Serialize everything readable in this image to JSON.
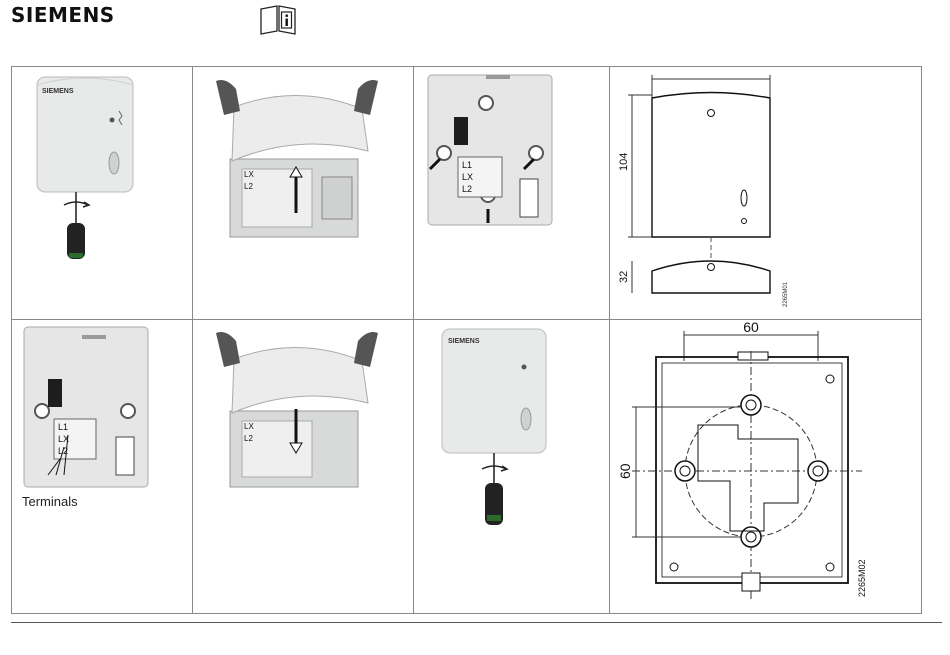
{
  "header": {
    "brand": "SIEMENS",
    "info_icon": "info-book-icon"
  },
  "figures": {
    "terminals_label": "Terminals",
    "drawing1": {
      "width_dim": "",
      "height_dim": "104",
      "depth_dim": "32",
      "code": "2265M01"
    },
    "drawing2": {
      "hole_dim_h": "60",
      "hole_dim_v": "60",
      "code": "2265M02"
    },
    "device_brand": "SIEMENS",
    "terminal_labels": [
      "L1",
      "LX",
      "L2"
    ],
    "cover_labels": [
      "LX",
      "L2"
    ]
  }
}
